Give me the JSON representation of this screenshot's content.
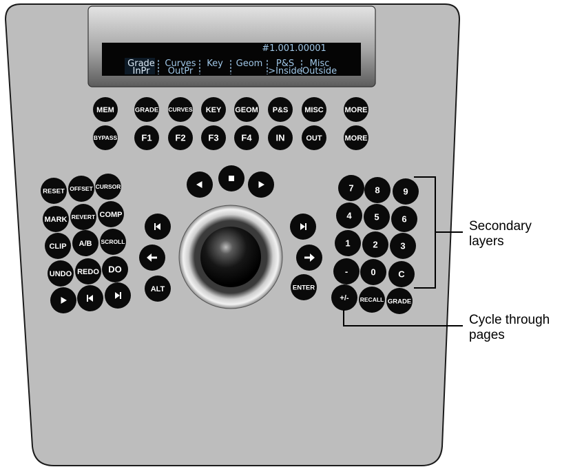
{
  "colors": {
    "panel": "#bdbdbd",
    "panel_edge": "#1a1a1a",
    "lcd_bg": "#050505",
    "lcd_text": "#9fc6e6",
    "lcd_selected": "#dceaf6",
    "button": "#0a0a0a",
    "button_text": "#ffffff"
  },
  "display": {
    "address": "#1.001.00001",
    "top_row": [
      "Grade",
      "Curves",
      "Key",
      "Geom",
      "P&S",
      "Misc"
    ],
    "bottom_row": [
      "InPr",
      "OutPr",
      "",
      "",
      ">Inside",
      "Outside"
    ],
    "selected_index": 0
  },
  "function_rows": {
    "row1": [
      "MEM",
      "GRADE",
      "CURVES",
      "KEY",
      "GEOM",
      "P&S",
      "MISC",
      "MORE"
    ],
    "row2": [
      "BYPASS",
      "F1",
      "F2",
      "F3",
      "F4",
      "IN",
      "OUT",
      "MORE"
    ]
  },
  "left_cluster": {
    "row1": [
      "RESET",
      "OFFSET",
      "CURSOR"
    ],
    "row2": [
      "MARK",
      "REVERT",
      "COMP"
    ],
    "row3": [
      "CLIP",
      "A/B",
      "SCROLL"
    ],
    "row4": [
      "UNDO",
      "REDO",
      "DO"
    ],
    "row5_icons": [
      "play-icon",
      "skip-back-icon",
      "skip-forward-icon"
    ]
  },
  "transport": {
    "top_icons": [
      "arrow-left-icon",
      "stop-icon",
      "arrow-right-icon"
    ],
    "left_icons": [
      "skip-back-icon",
      "back-arrow-icon"
    ],
    "right_icons": [
      "skip-forward-icon",
      "forward-arrow-icon"
    ],
    "alt_label": "ALT",
    "enter_label": "ENTER"
  },
  "keypad": {
    "row1": [
      "7",
      "8",
      "9"
    ],
    "row2": [
      "4",
      "5",
      "6"
    ],
    "row3": [
      "1",
      "2",
      "3"
    ],
    "row4": [
      "-",
      "0",
      "C"
    ],
    "row5": [
      "+/-",
      "RECALL",
      "GRADE"
    ]
  },
  "callouts": {
    "secondary": [
      "Secondary",
      "layers"
    ],
    "cycle": [
      "Cycle through",
      "pages"
    ]
  }
}
